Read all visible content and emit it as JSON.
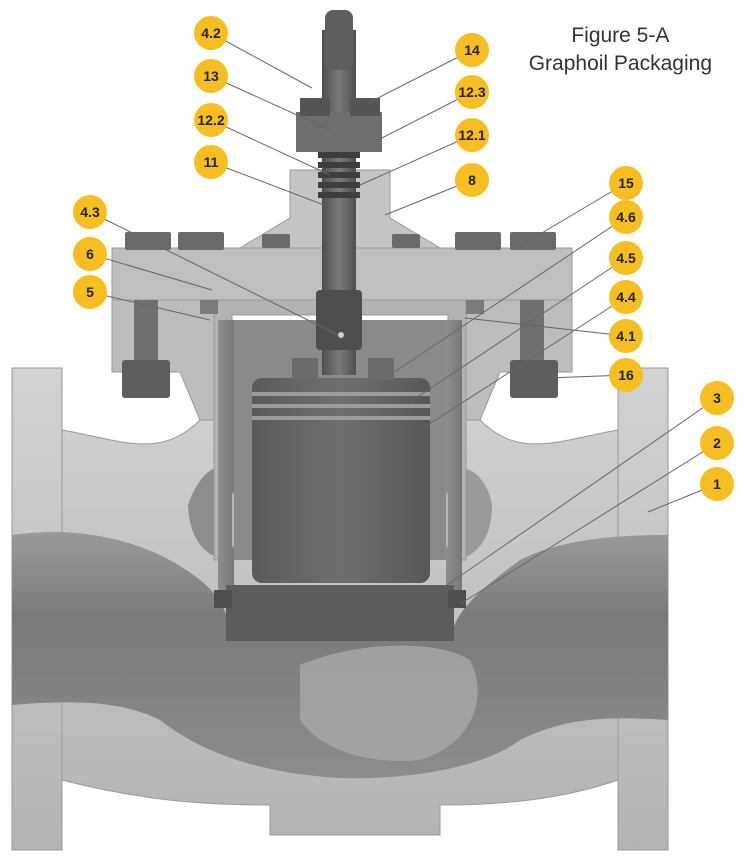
{
  "figure": {
    "title_line1": "Figure 5-A",
    "title_line2": "Graphoil Packaging"
  },
  "colors": {
    "badge_fill": "#F7BE22",
    "badge_text": "#222222",
    "body_light": "#C9C9C9",
    "body_mid": "#A3A3A3",
    "body_dark": "#6E6E6E",
    "leader": "#666666"
  },
  "callouts": [
    {
      "id": "4.2",
      "label": "4.2"
    },
    {
      "id": "14",
      "label": "14"
    },
    {
      "id": "13",
      "label": "13"
    },
    {
      "id": "12.3",
      "label": "12.3"
    },
    {
      "id": "12.2",
      "label": "12.2"
    },
    {
      "id": "12.1",
      "label": "12.1"
    },
    {
      "id": "11",
      "label": "11"
    },
    {
      "id": "8",
      "label": "8"
    },
    {
      "id": "15",
      "label": "15"
    },
    {
      "id": "4.3",
      "label": "4.3"
    },
    {
      "id": "4.6",
      "label": "4.6"
    },
    {
      "id": "6",
      "label": "6"
    },
    {
      "id": "4.5",
      "label": "4.5"
    },
    {
      "id": "5",
      "label": "5"
    },
    {
      "id": "4.4",
      "label": "4.4"
    },
    {
      "id": "4.1",
      "label": "4.1"
    },
    {
      "id": "16",
      "label": "16"
    },
    {
      "id": "3",
      "label": "3"
    },
    {
      "id": "2",
      "label": "2"
    },
    {
      "id": "1",
      "label": "1"
    }
  ]
}
